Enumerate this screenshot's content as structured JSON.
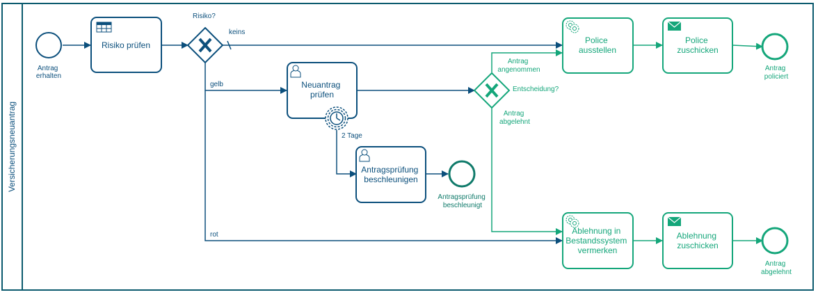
{
  "colors": {
    "blue": "#0b4f7c",
    "green": "#14a67a",
    "lane_border": "#0b5a6e"
  },
  "pool": {
    "name": "Versicherungsneuantrag"
  },
  "events": {
    "start": {
      "label": [
        "Antrag",
        "erhalten"
      ]
    },
    "end_policiert": {
      "label": [
        "Antrag",
        "policiert"
      ]
    },
    "end_beschleunigt": {
      "label": [
        "Antragsprüfung",
        "beschleunigt"
      ]
    },
    "end_abgelehnt": {
      "label": [
        "Antrag",
        "abgelehnt"
      ]
    }
  },
  "tasks": {
    "risiko": {
      "label": [
        "Risiko prüfen"
      ],
      "icon": "table-icon"
    },
    "neuantrag": {
      "label": [
        "Neuantrag",
        "prüfen"
      ],
      "icon": "user-icon"
    },
    "beschleunigen": {
      "label": [
        "Antragsprüfung",
        "beschleunigen"
      ],
      "icon": "user-icon"
    },
    "police_ausstellen": {
      "label": [
        "Police",
        "ausstellen"
      ],
      "icon": "gear-icon"
    },
    "police_zuschicken": {
      "label": [
        "Police",
        "zuschicken"
      ],
      "icon": "envelope-icon"
    },
    "ablehnung_vermerken": {
      "label": [
        "Ablehnung in",
        "Bestandssystem",
        "vermerken"
      ],
      "icon": "gear-icon"
    },
    "ablehnung_zuschicken": {
      "label": [
        "Ablehnung",
        "zuschicken"
      ],
      "icon": "envelope-icon"
    }
  },
  "gateways": {
    "risiko": {
      "label": [
        "Risiko?"
      ]
    },
    "entscheidung": {
      "label": [
        "Entscheidung?"
      ]
    }
  },
  "timer": {
    "label": [
      "2 Tage"
    ],
    "icon": "clock-icon"
  },
  "flows": {
    "keins": {
      "label": [
        "keins"
      ]
    },
    "gelb": {
      "label": [
        "gelb"
      ]
    },
    "rot": {
      "label": [
        "rot"
      ]
    },
    "angenommen": {
      "label": [
        "Antrag",
        "angenommen"
      ]
    },
    "abgelehnt": {
      "label": [
        "Antrag",
        "abgelehnt"
      ]
    }
  }
}
